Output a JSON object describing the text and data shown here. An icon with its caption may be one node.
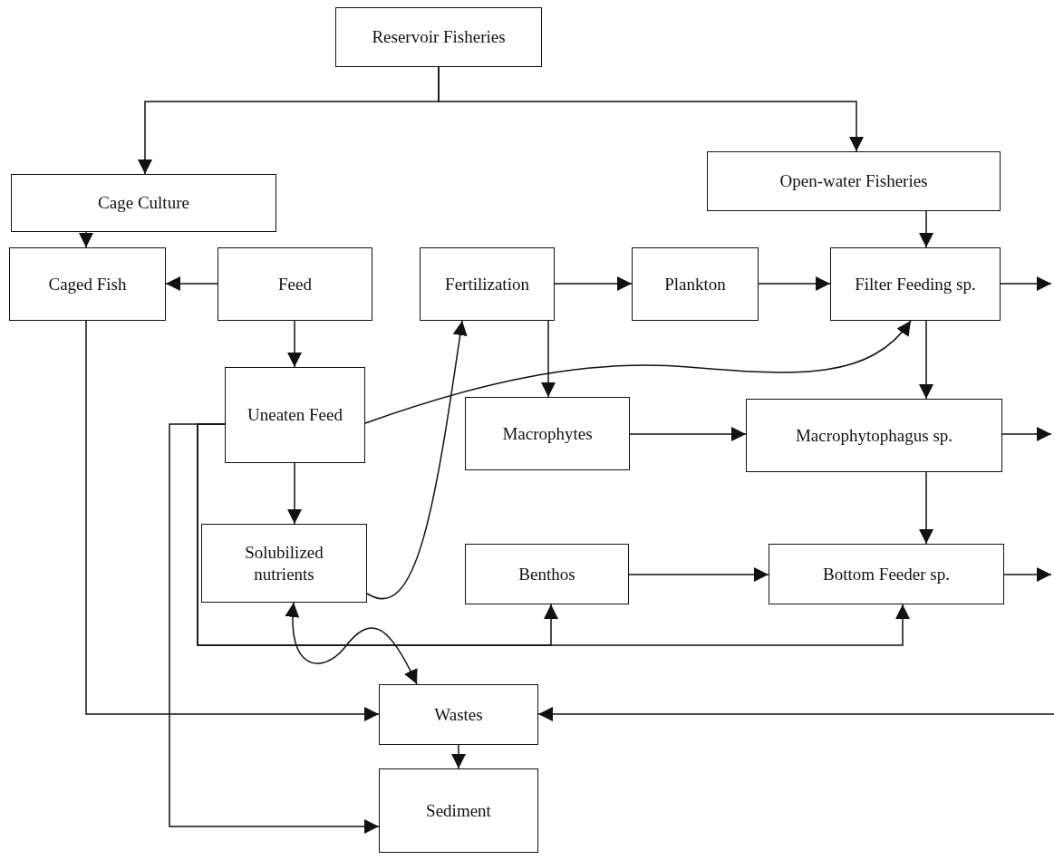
{
  "diagram": {
    "nodes": [
      {
        "text": [
          "Reservoir Fisheries"
        ]
      },
      {
        "text": [
          "Cage Culture"
        ]
      },
      {
        "text": [
          "Open-water Fisheries"
        ]
      },
      {
        "text": [
          "Caged Fish"
        ]
      },
      {
        "text": [
          "Feed"
        ]
      },
      {
        "text": [
          "Fertilization"
        ]
      },
      {
        "text": [
          "Plankton"
        ]
      },
      {
        "text": [
          "Filter Feeding sp."
        ]
      },
      {
        "text": [
          "Uneaten Feed"
        ]
      },
      {
        "text": [
          "Macrophytes"
        ]
      },
      {
        "text": [
          "Macrophytophagus sp."
        ]
      },
      {
        "text": [
          "Solubilized nutrients"
        ]
      },
      {
        "text": [
          "Benthos"
        ]
      },
      {
        "text": [
          "Bottom Feeder sp."
        ]
      },
      {
        "text": [
          "Wastes"
        ]
      },
      {
        "text": [
          "Sediment"
        ]
      }
    ],
    "edges": [
      {
        "from": 0,
        "to": 1,
        "arrow": "to"
      },
      {
        "from": 0,
        "to": 2,
        "arrow": "to"
      },
      {
        "from": 1,
        "to": 3,
        "arrow": "to"
      },
      {
        "from": 2,
        "to": 7,
        "arrow": "to"
      },
      {
        "from": 4,
        "to": 3,
        "arrow": "to"
      },
      {
        "from": 4,
        "to": 8,
        "arrow": "to"
      },
      {
        "from": 5,
        "to": 6,
        "arrow": "to"
      },
      {
        "from": 6,
        "to": 7,
        "arrow": "to"
      },
      {
        "from": 5,
        "to": 9,
        "arrow": "to"
      },
      {
        "from": 8,
        "to": 7,
        "arrow": "to"
      },
      {
        "from": 11,
        "to": 5,
        "arrow": "to"
      },
      {
        "from": 7,
        "to": 10,
        "arrow": "to"
      },
      {
        "from": 9,
        "to": 10,
        "arrow": "to"
      },
      {
        "from": 10,
        "to": 13,
        "arrow": "to"
      },
      {
        "from": 12,
        "to": 13,
        "arrow": "to"
      },
      {
        "from": 8,
        "to": 11,
        "arrow": "to"
      },
      {
        "from": 7,
        "to": null,
        "arrow": "to"
      },
      {
        "from": 10,
        "to": null,
        "arrow": "to"
      },
      {
        "from": 13,
        "to": null,
        "arrow": "to"
      },
      {
        "from": null,
        "to": 14,
        "arrow": "to"
      },
      {
        "from": 3,
        "to": 14,
        "arrow": "to"
      },
      {
        "from": 8,
        "to": 12,
        "arrow": "to"
      },
      {
        "from": 8,
        "to": 13,
        "arrow": "to"
      },
      {
        "from": 11,
        "to": 14,
        "arrow": "both"
      },
      {
        "from": 8,
        "to": 15,
        "arrow": "to"
      },
      {
        "from": 14,
        "to": 15,
        "arrow": "to"
      }
    ]
  }
}
